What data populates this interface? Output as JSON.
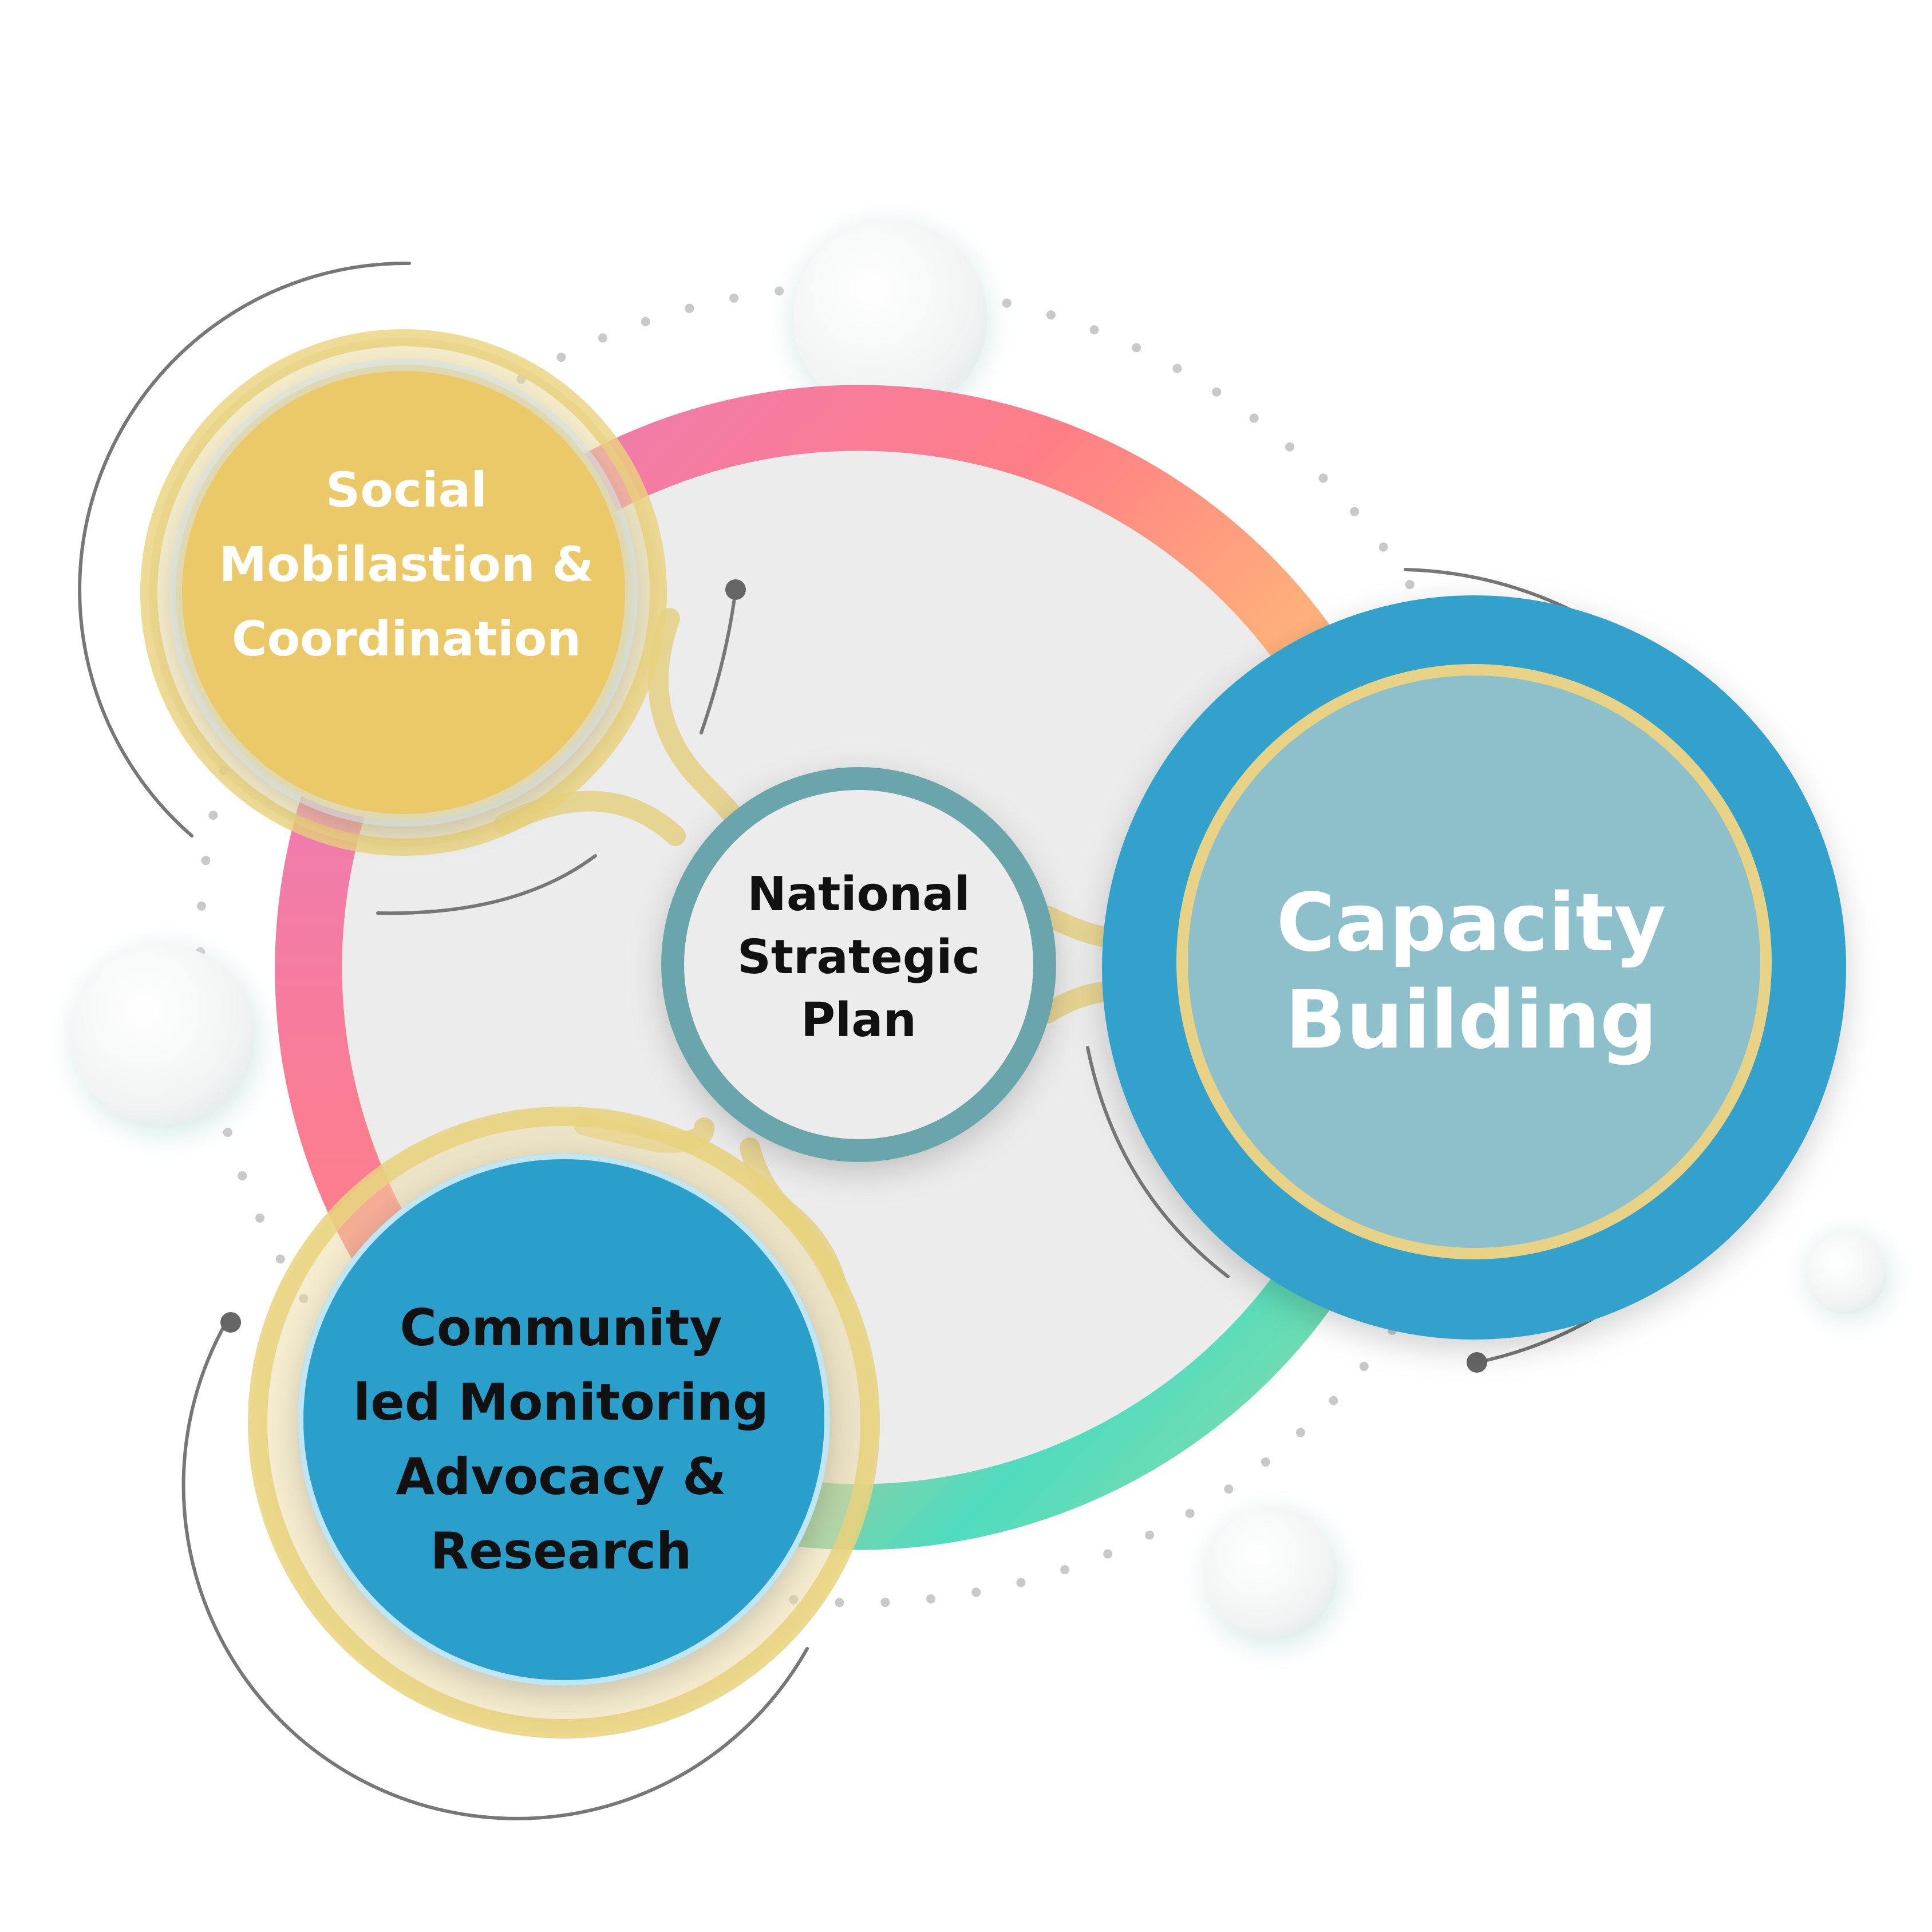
{
  "center": {
    "lines": [
      "National",
      "Strategic",
      "Plan"
    ],
    "text_color": "#111111",
    "ring_color": "#6aa5ab"
  },
  "nodes": {
    "social": {
      "lines": [
        "Social",
        "Mobilastion &",
        "Coordination"
      ],
      "fill": "#ebc967",
      "text_color": "#ffffff"
    },
    "capacity": {
      "lines": [
        "Capacity",
        "Building"
      ],
      "fill": "#8ec0cc",
      "ring": "#30a2cc",
      "text_color": "#ffffff"
    },
    "community": {
      "lines": [
        "Community",
        "led Monitoring",
        "Advocacy &",
        "Research"
      ],
      "fill": "#2b9fcb",
      "text_color": "#111111"
    }
  },
  "colors": {
    "connector": "#e6d28a",
    "gradient": [
      "#e77cc0",
      "#ff7d87",
      "#ffb47d",
      "#52dcbf",
      "#a3dca4",
      "#ff7d87"
    ]
  }
}
